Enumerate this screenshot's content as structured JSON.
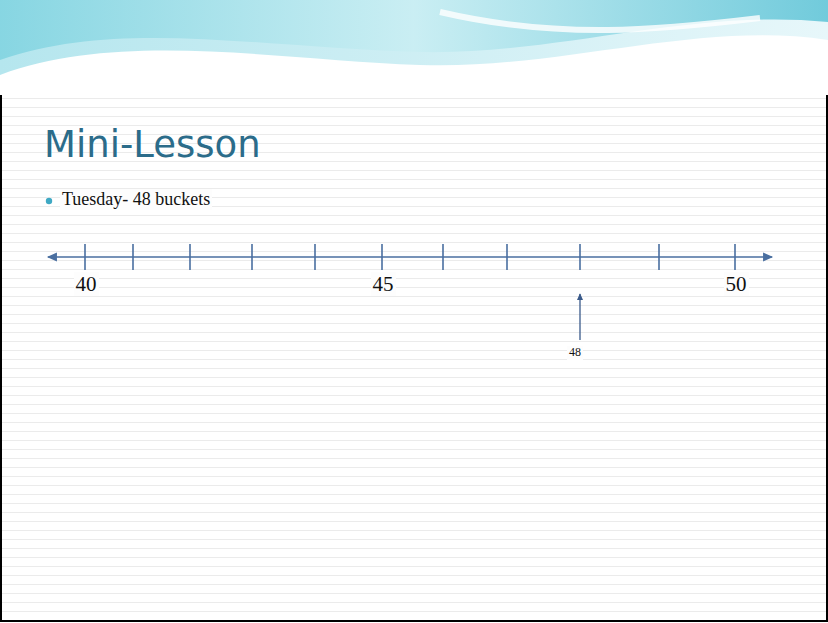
{
  "diagram": {
    "title": "Mini-Lesson",
    "labels": [
      "Tuesday- 48 buckets",
      "40",
      "45",
      "50",
      "48"
    ]
  }
}
